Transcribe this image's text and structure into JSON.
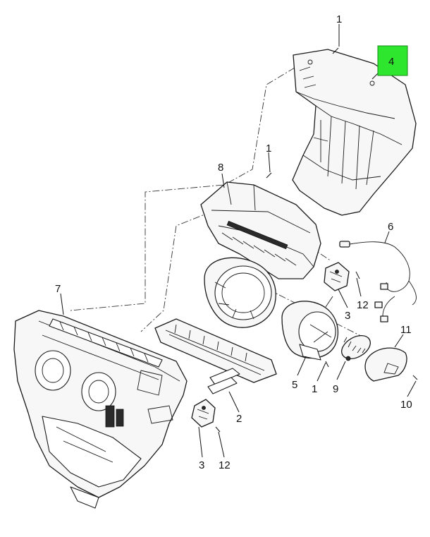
{
  "callouts": {
    "c1_top": "1",
    "c4": "4",
    "c1_mid": "1",
    "c8": "8",
    "c6": "6",
    "c7": "7",
    "c3_right": "3",
    "c12_right": "12",
    "c11": "11",
    "c5": "5",
    "c1_bottom": "1",
    "c9": "9",
    "c10": "10",
    "c2": "2",
    "c3_bottom": "3",
    "c12_bottom": "12"
  },
  "colors": {
    "highlight": "#2ee62e",
    "line": "#1a1a1a",
    "background": "#ffffff"
  }
}
